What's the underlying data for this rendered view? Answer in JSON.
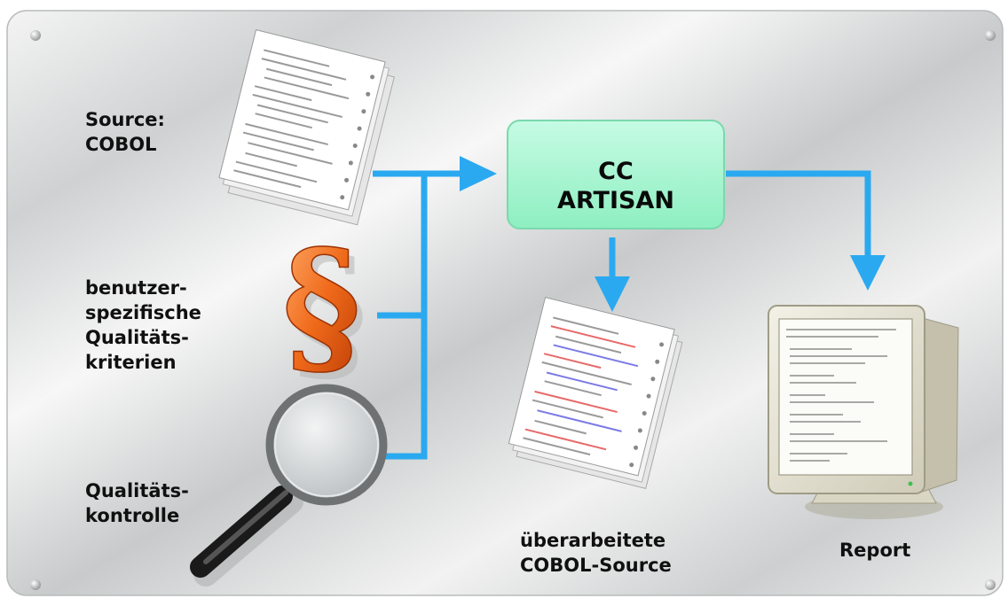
{
  "inputs": {
    "source": [
      "Source:",
      "COBOL"
    ],
    "criteria": [
      "benutzer-",
      "spezifische",
      "Qualitäts-",
      "kriterien"
    ],
    "control": [
      "Qualitäts-",
      "kontrolle"
    ]
  },
  "process": {
    "lines": [
      "CC",
      "ARTISAN"
    ]
  },
  "outputs": {
    "reworked": [
      "überarbeitete",
      "COBOL-Source"
    ],
    "report": "Report"
  },
  "icons": [
    "document-icon",
    "paragraph-icon",
    "magnifier-icon",
    "document-icon",
    "monitor-icon"
  ],
  "colors": {
    "arrow": "#2aa9f0",
    "box": "#a6f7d2",
    "paragraph": "#f06a1a"
  }
}
